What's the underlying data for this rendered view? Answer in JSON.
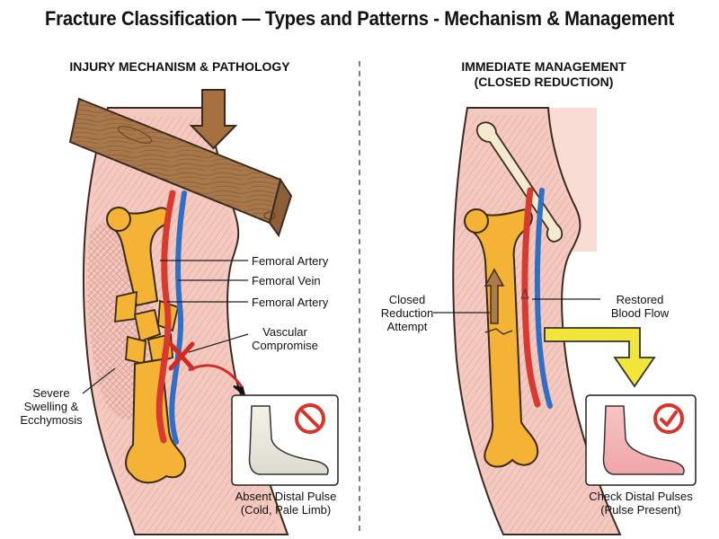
{
  "title": "Fracture Classification — Types and Patterns - Mechanism & Management",
  "left_panel": {
    "heading": "INJURY MECHANISM & PATHOLOGY",
    "labels": {
      "artery_1": "Femoral Artery",
      "vein": "Femoral Vein",
      "artery_2": "Femoral Artery",
      "vascular_1": "Vascular",
      "vascular_2": "Compromise",
      "swelling_1": "Severe",
      "swelling_2": "Swelling &",
      "swelling_3": "Ecchymosis",
      "pulse_1": "Absent Distal Pulse",
      "pulse_2": "(Cold, Pale Limb)"
    }
  },
  "right_panel": {
    "heading_1": "IMMEDIATE MANAGEMENT",
    "heading_2": "(CLOSED REDUCTION)",
    "labels": {
      "reduction_1": "Closed",
      "reduction_2": "Reduction",
      "reduction_3": "Attempt",
      "flow_1": "Restored",
      "flow_2": "Blood Flow",
      "pulse_1": "Check Distal Pulses",
      "pulse_2": "(Pulse Present)"
    }
  },
  "colors": {
    "bone": "#f5b335",
    "bone_outline": "#3a2a10",
    "artery": "#d93a2f",
    "vein": "#2f6fc4",
    "skin": "#f1c6bd",
    "muscle": "#e8a79d",
    "wood": "#a9784a",
    "arrow_brown": "#a6703f",
    "flow_arrow": "#f2e63a",
    "prohibit": "#d9342b",
    "check": "#d9342b"
  },
  "icons": [
    "down-arrow-icon",
    "prohibited-icon",
    "check-circle-icon",
    "flow-arrow-icon"
  ]
}
